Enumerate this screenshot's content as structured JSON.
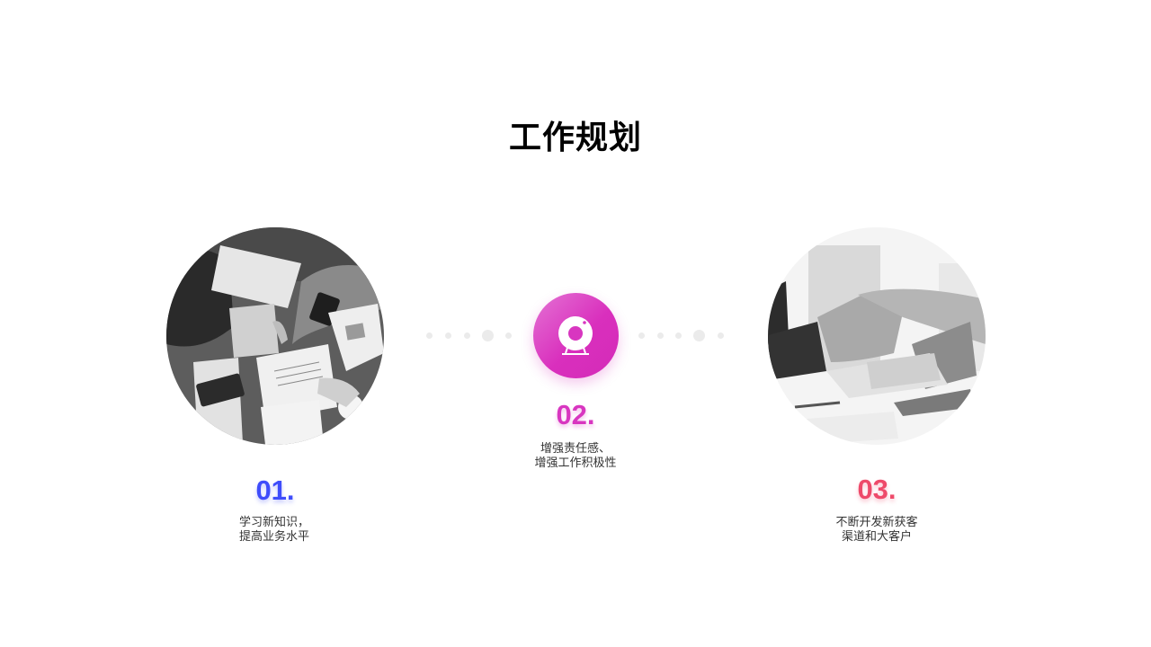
{
  "slide": {
    "title": "工作规划"
  },
  "items": [
    {
      "number": "01.",
      "color": "#3f4dfb",
      "line1": "学习新知识，",
      "line2": "提高业务水平",
      "image": "team-meeting-photo"
    },
    {
      "number": "02.",
      "color": "#d836c0",
      "line1": "增强责任感、",
      "line2": "增强工作积极性",
      "icon": "webcam-icon"
    },
    {
      "number": "03.",
      "color": "#ee4a6a",
      "line1": "不断开发新获客",
      "line2": "渠道和大客户",
      "image": "handshake-photo"
    }
  ],
  "colors": {
    "dots": "#ebebeb",
    "icon_circle_start": "#e473d4",
    "icon_circle_end": "#d42bb8"
  }
}
